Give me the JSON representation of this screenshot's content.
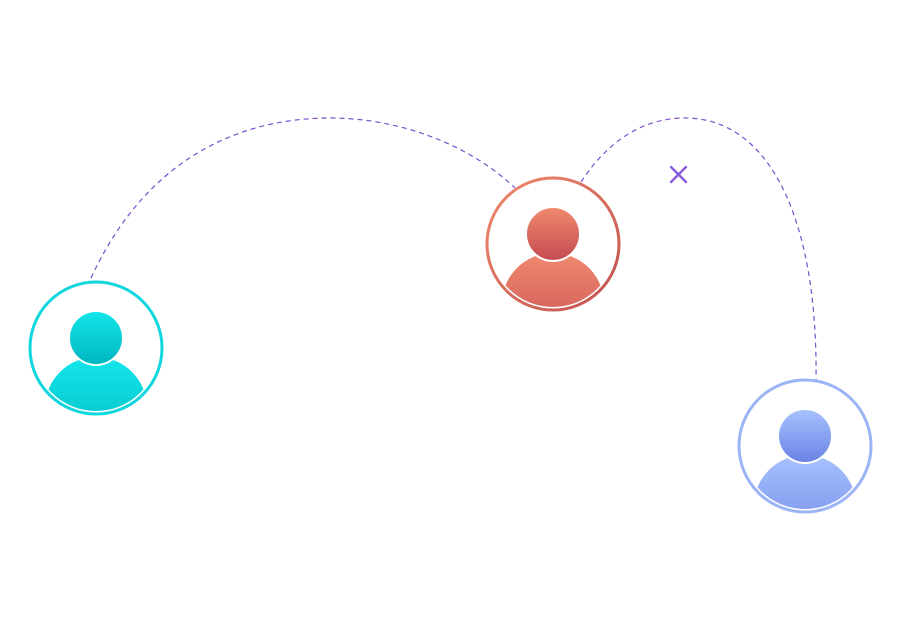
{
  "colors": {
    "connector": "#7b4fd0",
    "close_mark": "#8a5ce0",
    "background": "#ffffff"
  },
  "users": [
    {
      "name": "user-teal",
      "color_light": "#14e6ea",
      "color_dark": "#00b6bf",
      "ring": "#10d6dd"
    },
    {
      "name": "user-coral",
      "color_light": "#f08a6e",
      "color_dark": "#c44a52",
      "ring_start": "#f08a6e",
      "ring_end": "#c0504e"
    },
    {
      "name": "user-blue",
      "color_light": "#a8c2ff",
      "color_dark": "#6a82e4",
      "ring": "#9bb4f6"
    }
  ],
  "connections": [
    {
      "from": "user-teal",
      "to": "user-coral",
      "style": "dashed"
    },
    {
      "from": "user-coral",
      "to": "user-blue",
      "style": "dashed",
      "marker": "x-icon"
    }
  ]
}
